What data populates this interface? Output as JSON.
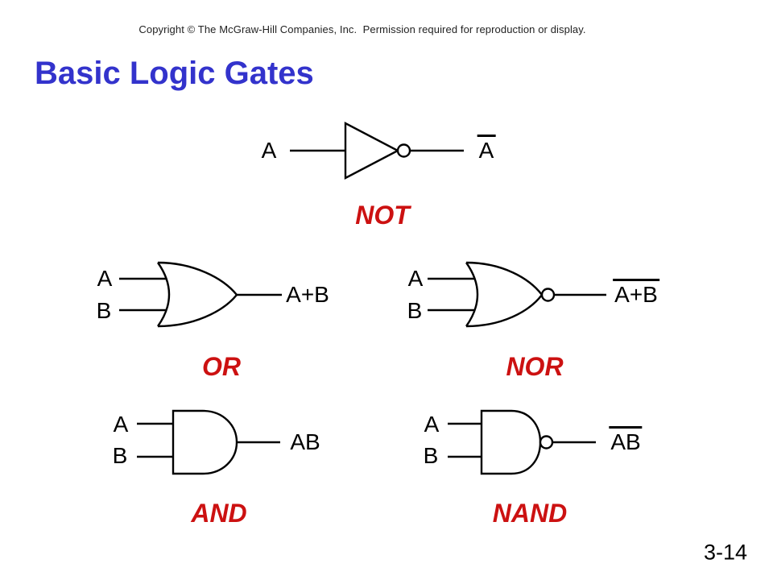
{
  "slide": {
    "copyright": "Copyright © The McGraw-Hill Companies, Inc.  Permission required for reproduction or display.",
    "title": "Basic Logic Gates",
    "page_number": "3-14",
    "colors": {
      "title": "#3333CC",
      "gate_label": "#CC1111",
      "ink": "#000000",
      "background": "#FFFFFF"
    }
  },
  "gates": {
    "not": {
      "name": "NOT",
      "input_a": "A",
      "output": "A",
      "output_negated": true
    },
    "or": {
      "name": "OR",
      "input_a": "A",
      "input_b": "B",
      "output": "A+B",
      "output_negated": false
    },
    "nor": {
      "name": "NOR",
      "input_a": "A",
      "input_b": "B",
      "output": "A+B",
      "output_negated": true
    },
    "and": {
      "name": "AND",
      "input_a": "A",
      "input_b": "B",
      "output": "AB",
      "output_negated": false
    },
    "nand": {
      "name": "NAND",
      "input_a": "A",
      "input_b": "B",
      "output": "AB",
      "output_negated": true
    }
  }
}
